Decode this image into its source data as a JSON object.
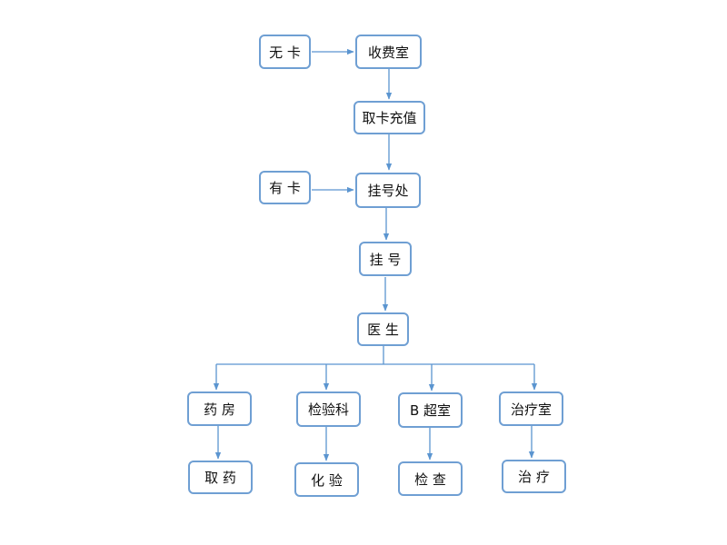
{
  "colors": {
    "node_border": "#6f9fd3",
    "edge": "#5b95d0",
    "background": "#ffffff"
  },
  "nodes": {
    "no_card": "无 卡",
    "cashier": "收费室",
    "get_card": "取卡充值",
    "has_card": "有 卡",
    "registration_office": "挂号处",
    "register": "挂 号",
    "doctor": "医 生",
    "pharmacy": "药 房",
    "lab": "检验科",
    "ultrasound": "B 超室",
    "treatment_room": "治疗室",
    "get_medicine": "取 药",
    "lab_test": "化 验",
    "examination": "检 查",
    "treatment": "治 疗"
  }
}
